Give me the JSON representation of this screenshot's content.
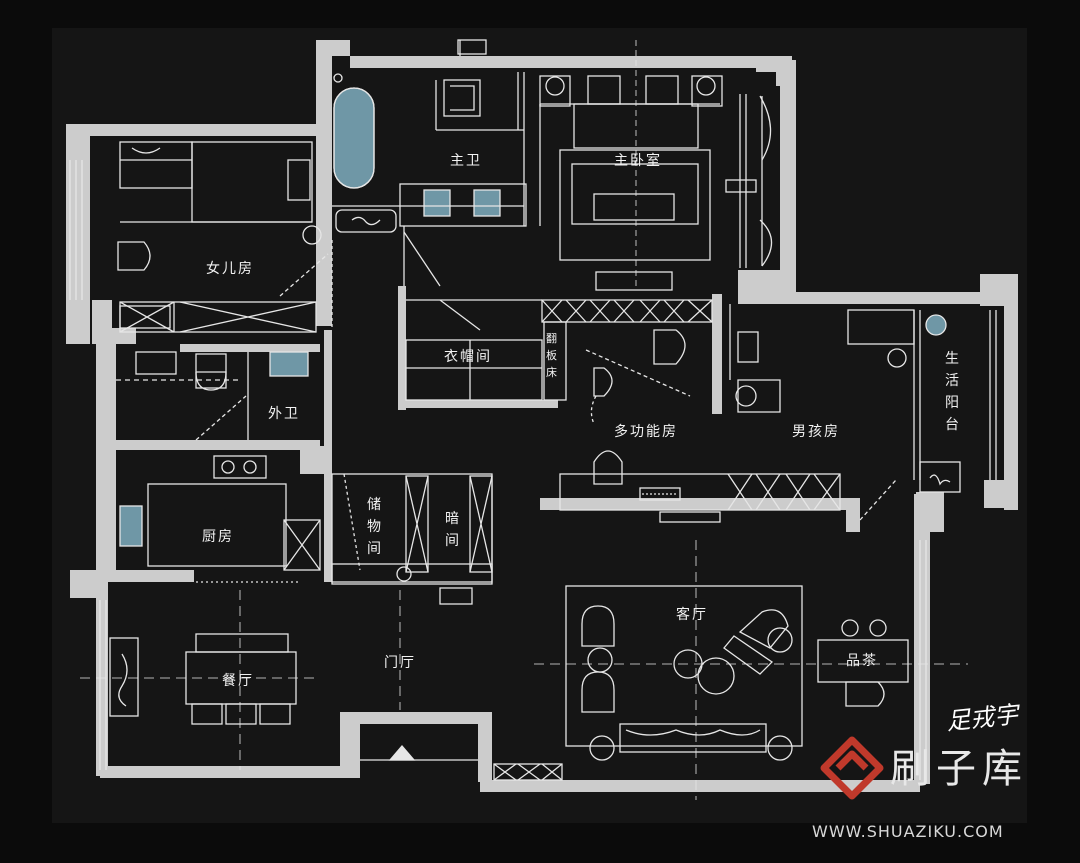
{
  "rooms": {
    "master_bath": "主卫",
    "master_bedroom": "主卧室",
    "daughter_room": "女儿房",
    "cloakroom": "衣帽间",
    "flip_bed": "翻板床",
    "guest_bath": "外卫",
    "multifunction_room": "多功能房",
    "boy_room": "男孩房",
    "service_balcony": "生活阳台",
    "kitchen": "厨房",
    "storage": "储物间",
    "dark_room": "暗间",
    "living_room": "客厅",
    "tea_area": "品茶",
    "dining_room": "餐厅",
    "foyer": "门厅"
  },
  "signature": "足戎宇",
  "watermark": {
    "brand": "刷子库",
    "url": "WWW.SHUAZIKU.COM",
    "logo_color": "#c0392b"
  },
  "colors": {
    "background": "#0b0b0b",
    "wall": "#cfcfcf",
    "line": "#e6e6e6",
    "fixture": "#6f97a6"
  }
}
